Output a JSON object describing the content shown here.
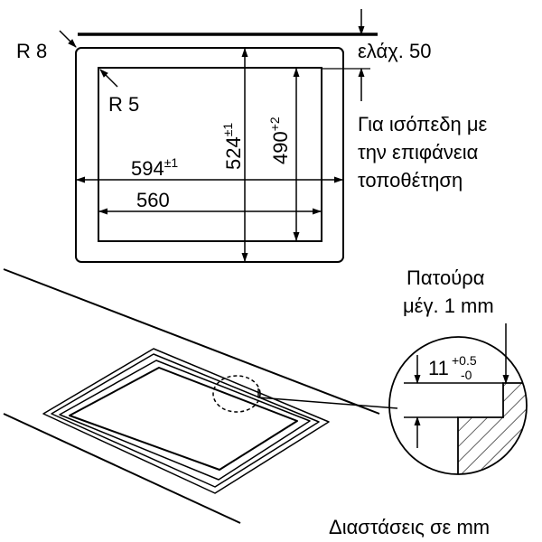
{
  "top_view": {
    "outer_radius": "R 8",
    "inner_radius": "R 5",
    "min_gap": "ελάχ. 50",
    "width_outer": {
      "base": "594",
      "tol": "±1"
    },
    "width_inner": {
      "base": "560",
      "tol": ""
    },
    "depth_outer": {
      "base": "524",
      "tol": "±1"
    },
    "depth_inner": {
      "base": "490",
      "tol": "+2"
    }
  },
  "note": {
    "line1": "Για ισόπεδη με",
    "line2": "την επιφάνεια",
    "line3": "τοποθέτηση"
  },
  "detail": {
    "rebate_label_line1": "Πατούρα",
    "rebate_label_line2": "μέγ. 1 mm",
    "depth": {
      "base": "11",
      "tol_upper": "+0.5",
      "tol_lower": "-0"
    }
  },
  "units_caption": "Διαστάσεις σε mm"
}
